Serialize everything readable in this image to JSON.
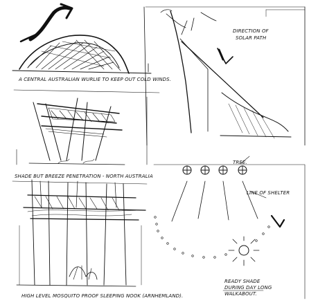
{
  "sheet": {
    "labels": {
      "wurlie": "A CENTRAL AUSTRALIAN WURLIE TO KEEP OUT COLD WINDS.",
      "sun_path_line1": "DIRECTION OF",
      "sun_path_line2": "SOLAR PATH",
      "shade": "SHADE BUT BREEZE PENETRATION - NORTH AUSTRALIA",
      "tree": "TREE.",
      "line_of_shelter": "LINE OF SHELTER",
      "ready_shade_line1": "READY SHADE",
      "ready_shade_line2": "DURING DAY LONG",
      "ready_shade_line3": "WALKABOUT.",
      "sleeping_nook": "HIGH LEVEL MOSQUITO PROOF SLEEPING NOOK (ARNHEMLAND)."
    },
    "panels": [
      "central-australian-wurlie",
      "solar-path-shelter",
      "shade-breeze-shelter",
      "tree-shade-walkabout",
      "high-level-sleeping-nook"
    ],
    "ink_color": "#111111",
    "paper_color": "#ffffff"
  }
}
